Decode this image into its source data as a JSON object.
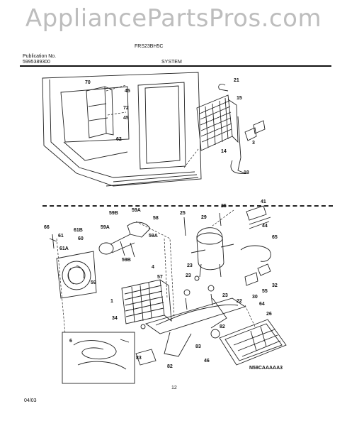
{
  "watermark": "AppliancePartsPros.com",
  "header": {
    "model": "FRS23BH5C",
    "publication_label": "Publication No.",
    "publication_number": "5995389300",
    "section": "SYSTEM"
  },
  "footer": {
    "page_number": "12",
    "date": "04/03",
    "drawing_code": "N58CAAAAA3"
  },
  "callouts": {
    "c70": "70",
    "c45a": "45",
    "c72": "72",
    "c45b": "45",
    "c62a": "62",
    "c21": "21",
    "c15": "15",
    "c3": "3",
    "c14": "14",
    "c18": "18",
    "c59b1": "59B",
    "c59a1": "59A",
    "c58": "58",
    "c59a2": "59A",
    "c59a3": "59A",
    "c59b2": "59B",
    "c66": "66",
    "c61": "61",
    "c61b": "61B",
    "c60": "60",
    "c61a": "61A",
    "c59": "59",
    "c25a": "25",
    "c29": "29",
    "c25b": "25",
    "c41": "41",
    "c44": "44",
    "c65": "65",
    "c4": "4",
    "c57": "57",
    "c23a": "23",
    "c23b": "23",
    "c23c": "23",
    "c55": "55",
    "c32": "32",
    "c30": "30",
    "c1": "1",
    "c34": "34",
    "c22": "22",
    "c64": "64",
    "c26": "26",
    "c82a": "82",
    "c6": "6",
    "c83a": "83",
    "c83b": "83",
    "c82b": "82",
    "c46": "46"
  }
}
